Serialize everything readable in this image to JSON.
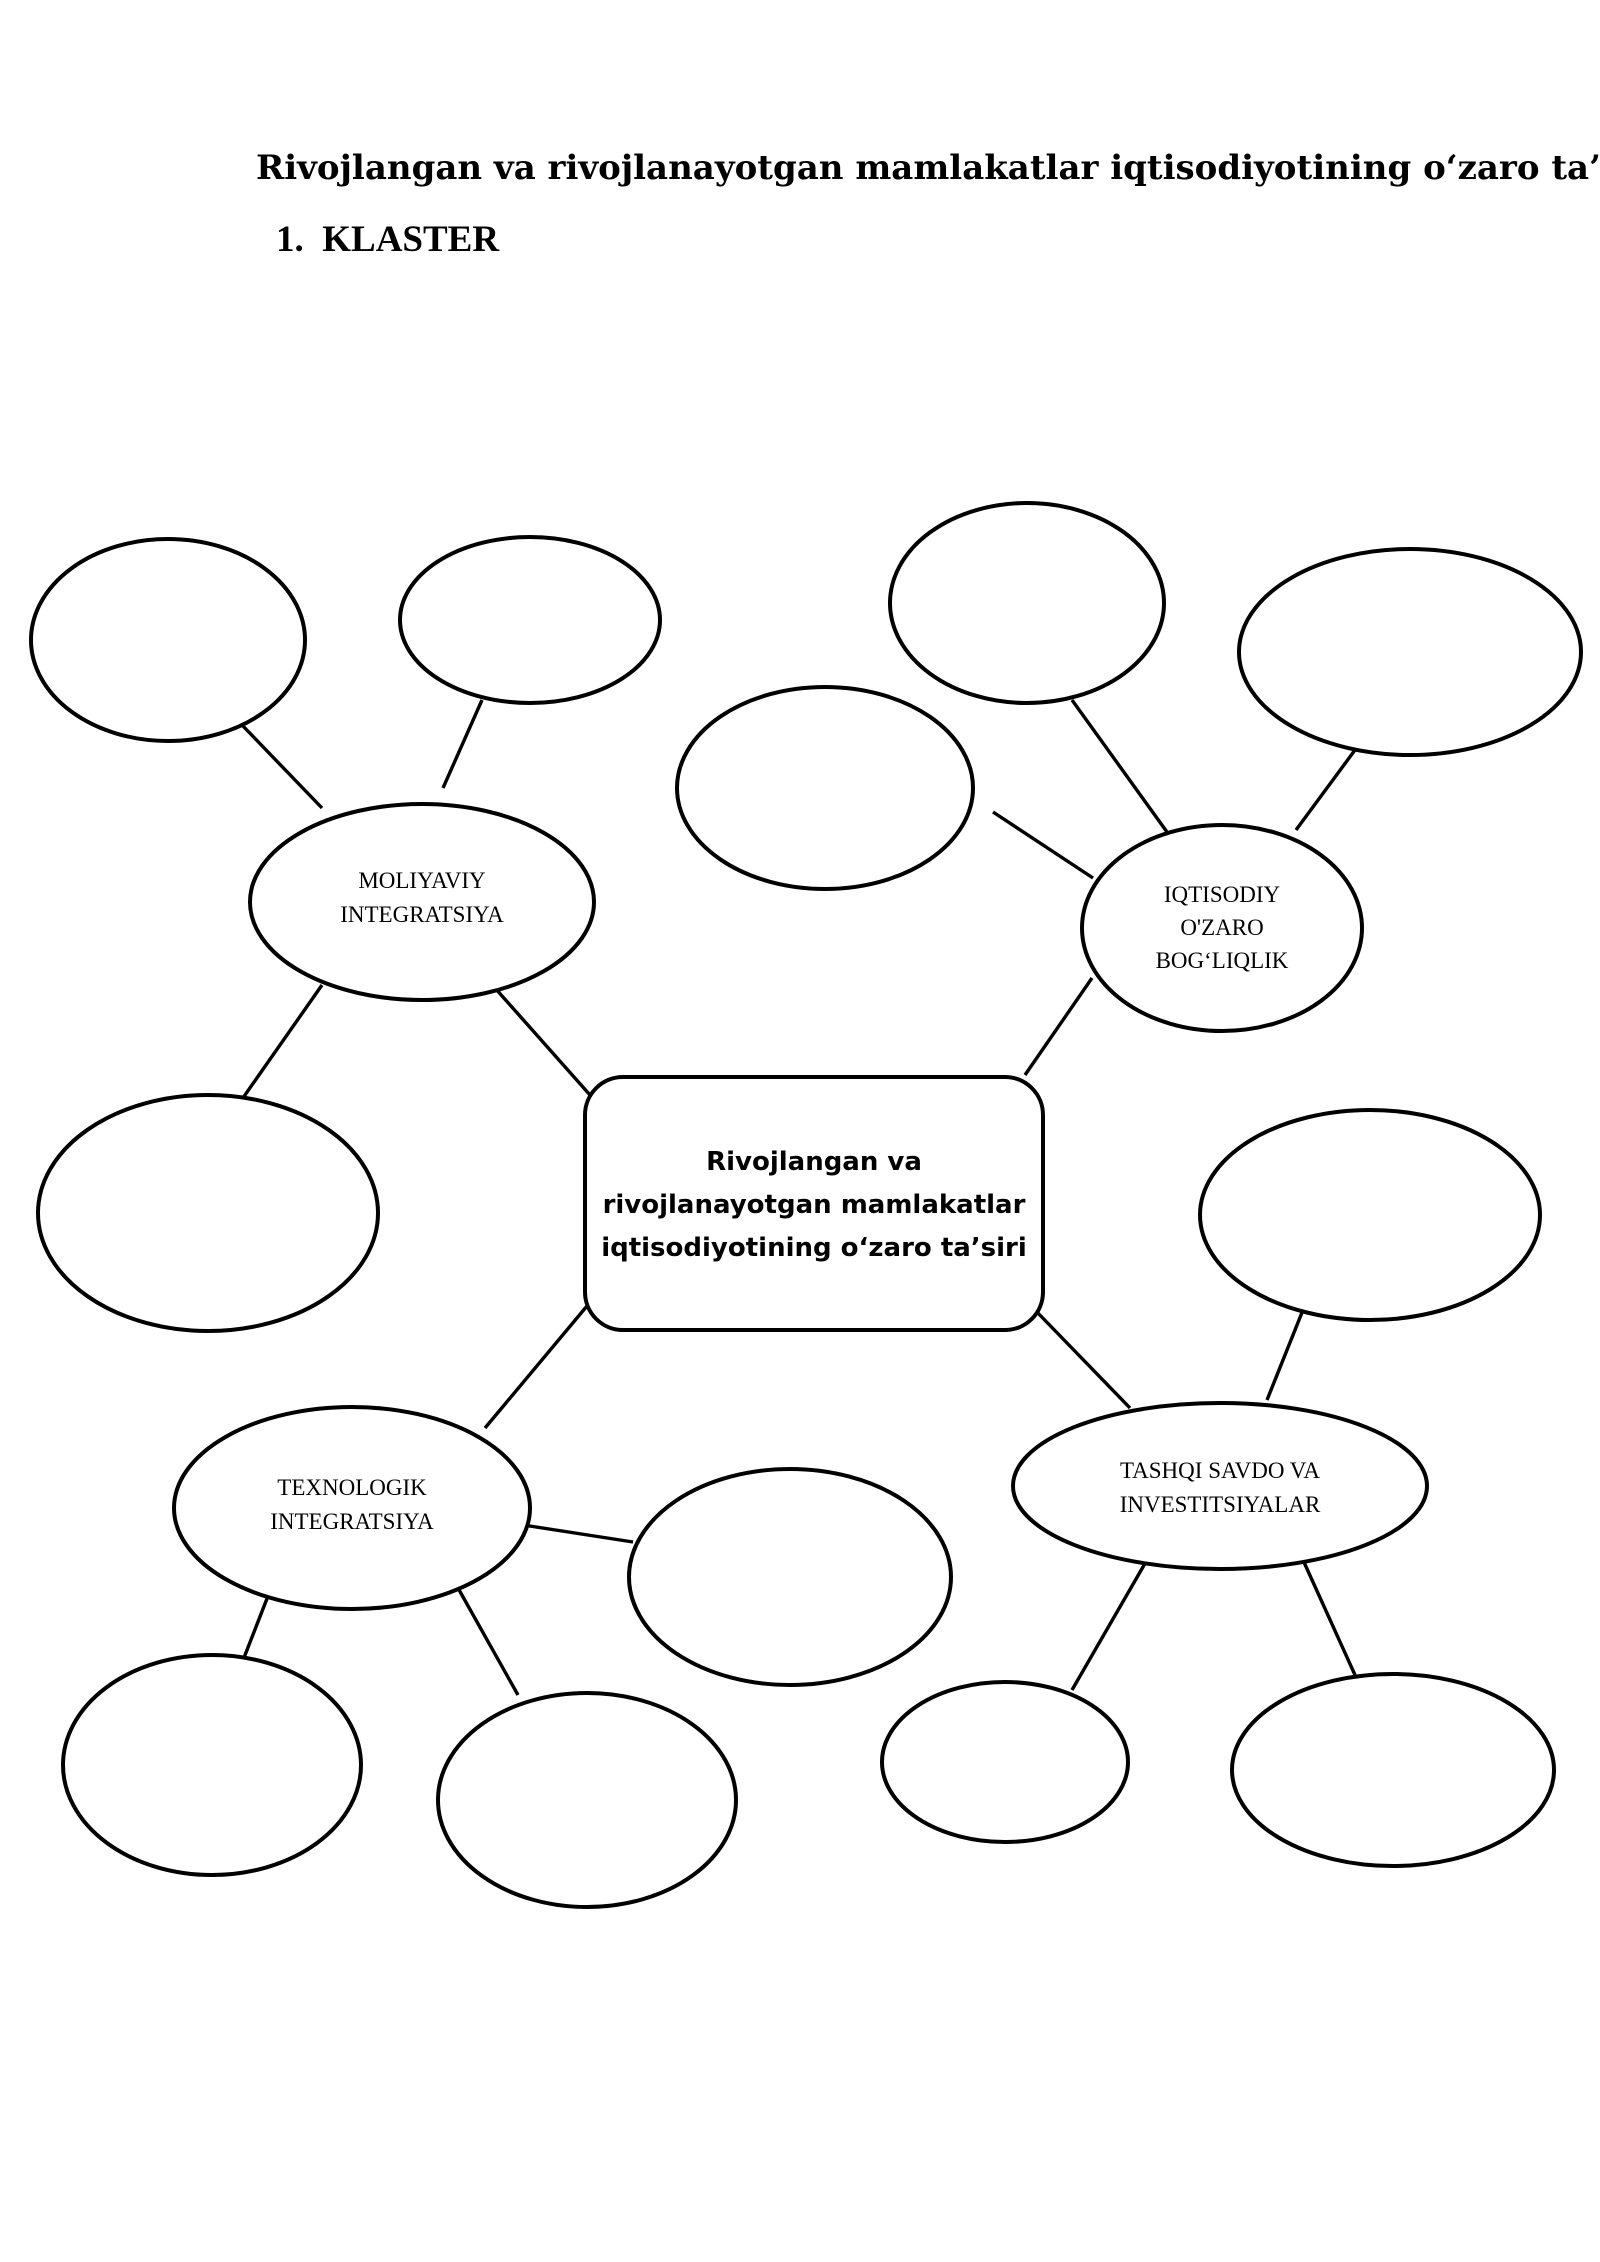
{
  "document": {
    "title": "Rivojlangan va rivojlanayotgan mamlakatlar iqtisodiyotining o‘zaro ta’siri",
    "section_number": "1.",
    "section_title": "KLASTER"
  },
  "cluster": {
    "center": {
      "lines": [
        "Rivojlangan va",
        "rivojlanayotgan mamlakatlar",
        "iqtisodiyotining o‘zaro ta’siri"
      ]
    },
    "hubs": [
      {
        "id": "moliyaviy",
        "lines": [
          "MOLIYAVIY",
          "INTEGRATSIYA"
        ],
        "empty_bubbles": 3
      },
      {
        "id": "iqtisodiy",
        "lines": [
          "IQTISODIY",
          "O'ZARO",
          "BOG‘LIQLIK"
        ],
        "empty_bubbles": 3
      },
      {
        "id": "texnologik",
        "lines": [
          "TEXNOLOGIK",
          "INTEGRATSIYA"
        ],
        "empty_bubbles": 3
      },
      {
        "id": "tashqi",
        "lines": [
          "TASHQI SAVDO VA",
          "INVESTITSIYALAR"
        ],
        "empty_bubbles": 3
      }
    ]
  }
}
